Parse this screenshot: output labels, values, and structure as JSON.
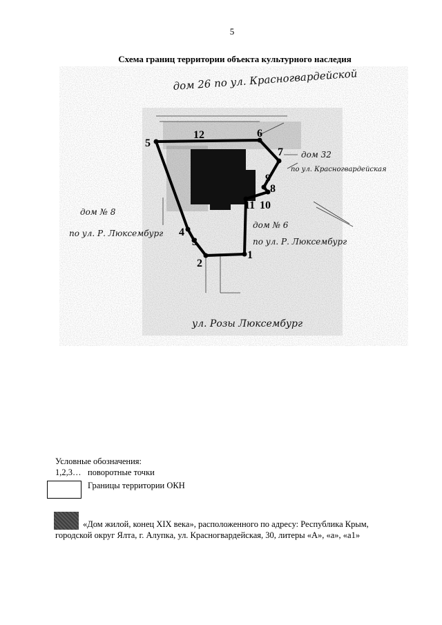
{
  "page_number": "5",
  "title": "Схема границ территории объекта культурного наследия",
  "scheme": {
    "labels": {
      "house_26": "дом 26 по ул. Красногвардейской",
      "house_32_line1": "дом 32",
      "house_32_line2": "по ул. Красногвардейская",
      "house_8_left_line1": "дом № 8",
      "house_8_left_line2": "по ул. Р. Люксембург",
      "house_6_line1": "дом № 6",
      "house_6_line2": "по ул. Р. Люксембург",
      "street": "ул. Розы Люксембург"
    },
    "points": [
      "1",
      "2",
      "3",
      "4",
      "5",
      "6",
      "7",
      "8",
      "9",
      "10",
      "11",
      "12"
    ]
  },
  "legend": {
    "title": "Условные обозначения:",
    "points_code": "1,2,3…",
    "points_text": "поворотные точки",
    "border_text": "Границы территории ОКН",
    "object_line1": "«Дом жилой, конец  XIX века», расположенного по адресу: Республика Крым,",
    "object_line2": "городской округ Ялта, г. Алупка,  ул. Красногвардейская, 30, литеры «А», «а», «а1»"
  },
  "colors": {
    "object_fill": "#111111",
    "boundary": "#000000",
    "noise": "#9a9a9a"
  }
}
